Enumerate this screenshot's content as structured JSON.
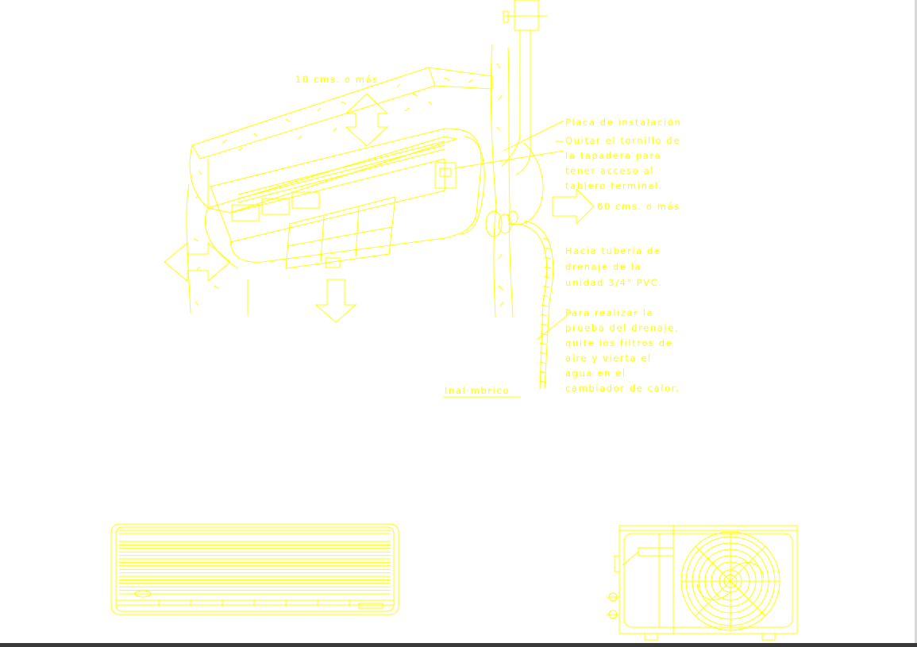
{
  "colors": {
    "background": "#ffffff",
    "drawing": "#ffff00",
    "frame": "#3a3a3a"
  },
  "annotations": {
    "clearance_top": "10 cms. o más",
    "clearance_side": "60 cms. o más",
    "install_plate": "Placa de instalación",
    "remove_screw": [
      "Quitar el tornillo de",
      "la tapadera para",
      "tener acceso al",
      "tablero terminal."
    ],
    "drain_pipe": [
      "Hacia tubería de",
      "drenaje de la",
      "unidad 3/4\" PVC."
    ],
    "drain_test": [
      "Para realizar la",
      "prueba del drenaje,",
      "quite los filtros de",
      "aire y vierta el",
      "agua en el",
      "cambiador de calor."
    ],
    "wireless": "Inal·mbrico"
  },
  "icons": [
    "double-arrow-icon",
    "down-arrow-icon",
    "right-arrow-icon",
    "fan-icon"
  ]
}
